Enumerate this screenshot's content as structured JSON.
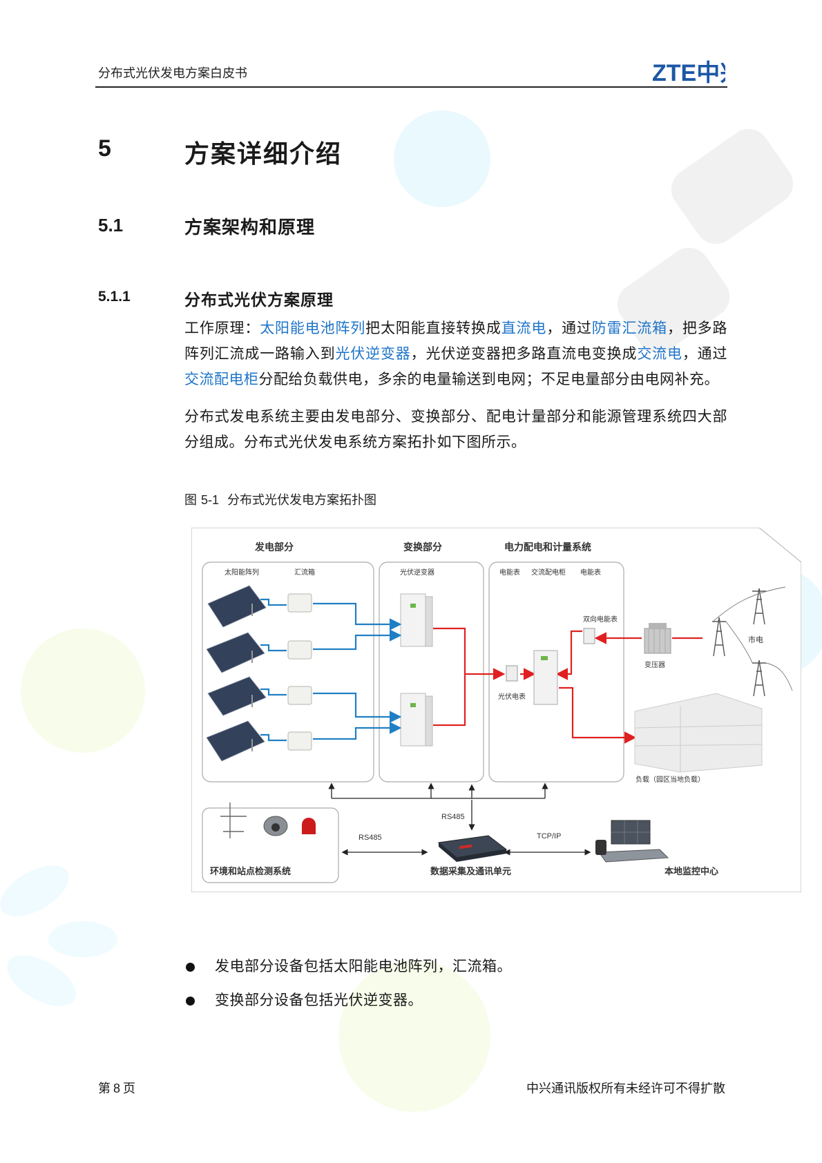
{
  "header": {
    "title": "分布式光伏发电方案白皮书",
    "logo_text": "ZTE中兴"
  },
  "sections": {
    "h1": {
      "number": "5",
      "title": "方案详细介绍"
    },
    "h2": {
      "number": "5.1",
      "title": "方案架构和原理"
    },
    "h3": {
      "number": "5.1.1",
      "title": "分布式光伏方案原理"
    }
  },
  "paragraph1": {
    "s0": "工作原理：",
    "k1": "太阳能电池阵列",
    "s1": "把太阳能直接转换成",
    "k2": "直流电",
    "s2": "，通过",
    "k3": "防雷汇流箱",
    "s3": "，把多路阵列汇流成一路输入到",
    "k4": "光伏逆变器",
    "s4": "，光伏逆变器把多路直流电变换成",
    "k5": "交流电",
    "s5": "，通过",
    "k6": "交流配电柜",
    "s6": "分配给负载供电，多余的电量输送到电网；不足电量部分由电网补充。"
  },
  "paragraph2": "分布式发电系统主要由发电部分、变换部分、配电计量部分和能源管理系统四大部分组成。分布式光伏发电系统方案拓扑如下图所示。",
  "figure": {
    "caption_prefix": "图",
    "caption_number": "5-1",
    "caption_title": "分布式光伏发电方案拓扑图",
    "labels": {
      "gen_section": "发电部分",
      "conv_section": "变换部分",
      "dist_section": "电力配电和计量系统",
      "solar_array": "太阳能阵列",
      "combiner": "汇流箱",
      "inverter": "光伏逆变器",
      "meter1": "电能表",
      "ac_cabinet": "交流配电柜",
      "meter2": "电能表",
      "bidir_meter": "双向电能表",
      "pv_meter": "光伏电表",
      "transformer": "变压器",
      "grid": "市电",
      "load": "负载（园区当地负载）",
      "rs485_top": "RS485",
      "rs485_left": "RS485",
      "tcpip": "TCP/IP",
      "env_system": "环境和站点检测系统",
      "data_unit": "数据采集及通讯单元",
      "monitor_center": "本地监控中心"
    }
  },
  "bullets": [
    "发电部分设备包括太阳能电池阵列，汇流箱。",
    "变换部分设备包括光伏逆变器。"
  ],
  "footer": {
    "page_prefix": "第",
    "page_number": "8",
    "page_suffix": "页",
    "copyright": "中兴通讯版权所有未经许可不得扩散"
  },
  "colors": {
    "link": "#1e74c9",
    "dc_line": "#1f7fc4",
    "ac_line": "#e02020"
  }
}
